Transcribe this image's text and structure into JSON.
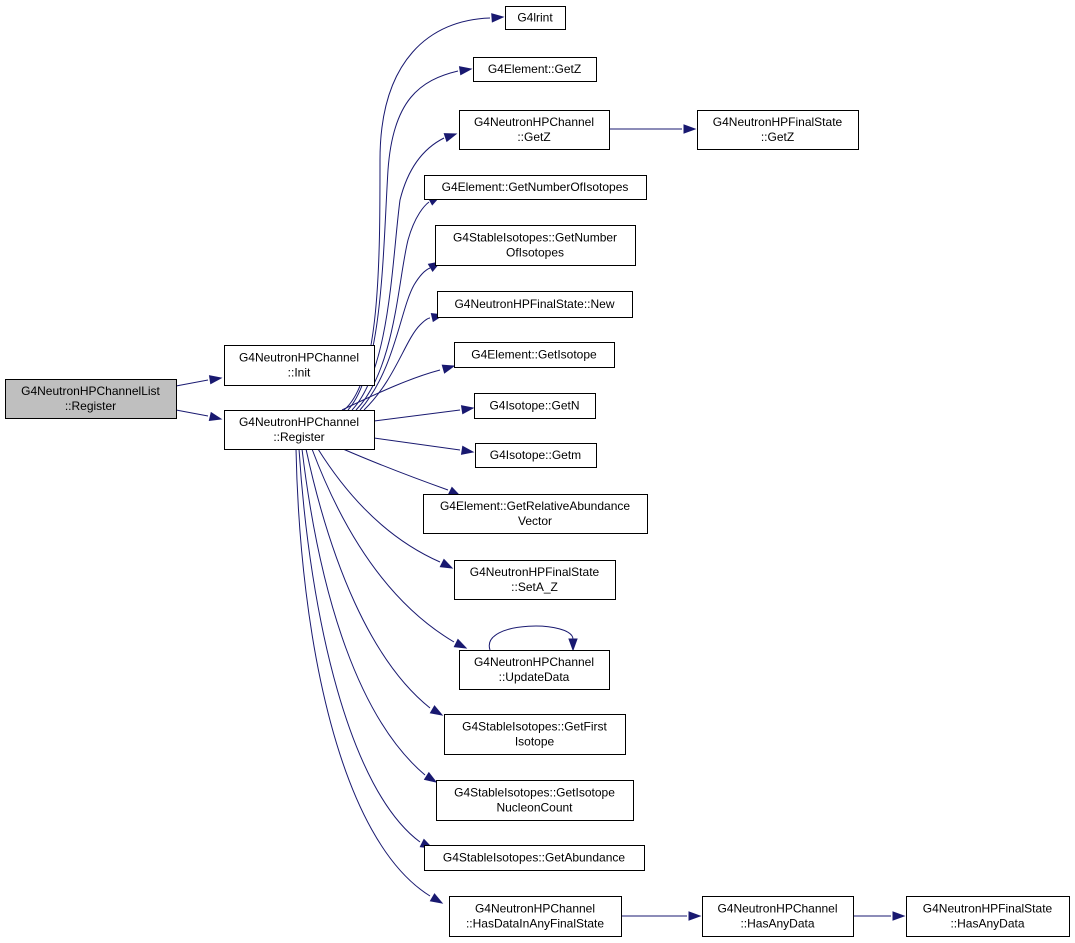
{
  "graph": {
    "nodes": [
      {
        "id": "n0",
        "lines": [
          "G4NeutronHPChannelList",
          "::Register"
        ],
        "root": true
      },
      {
        "id": "n1",
        "lines": [
          "G4NeutronHPChannel",
          "::Init"
        ]
      },
      {
        "id": "n2",
        "lines": [
          "G4NeutronHPChannel",
          "::Register"
        ]
      },
      {
        "id": "n3",
        "lines": [
          "G4lrint"
        ]
      },
      {
        "id": "n4",
        "lines": [
          "G4Element::GetZ"
        ]
      },
      {
        "id": "n5",
        "lines": [
          "G4NeutronHPChannel",
          "::GetZ"
        ]
      },
      {
        "id": "n6",
        "lines": [
          "G4NeutronHPFinalState",
          "::GetZ"
        ]
      },
      {
        "id": "n7",
        "lines": [
          "G4Element::GetNumberOfIsotopes"
        ]
      },
      {
        "id": "n8",
        "lines": [
          "G4StableIsotopes::GetNumber",
          "OfIsotopes"
        ]
      },
      {
        "id": "n9",
        "lines": [
          "G4NeutronHPFinalState::New"
        ]
      },
      {
        "id": "n10",
        "lines": [
          "G4Element::GetIsotope"
        ]
      },
      {
        "id": "n11",
        "lines": [
          "G4Isotope::GetN"
        ]
      },
      {
        "id": "n12",
        "lines": [
          "G4Isotope::Getm"
        ]
      },
      {
        "id": "n13",
        "lines": [
          "G4Element::GetRelativeAbundance",
          "Vector"
        ]
      },
      {
        "id": "n14",
        "lines": [
          "G4NeutronHPFinalState",
          "::SetA_Z"
        ]
      },
      {
        "id": "n15",
        "lines": [
          "G4NeutronHPChannel",
          "::UpdateData"
        ]
      },
      {
        "id": "n16",
        "lines": [
          "G4StableIsotopes::GetFirst",
          "Isotope"
        ]
      },
      {
        "id": "n17",
        "lines": [
          "G4StableIsotopes::GetIsotope",
          "NucleonCount"
        ]
      },
      {
        "id": "n18",
        "lines": [
          "G4StableIsotopes::GetAbundance"
        ]
      },
      {
        "id": "n19",
        "lines": [
          "G4NeutronHPChannel",
          "::HasDataInAnyFinalState"
        ]
      },
      {
        "id": "n20",
        "lines": [
          "G4NeutronHPChannel",
          "::HasAnyData"
        ]
      },
      {
        "id": "n21",
        "lines": [
          "G4NeutronHPFinalState",
          "::HasAnyData"
        ]
      }
    ],
    "edges": [
      [
        "n0",
        "n1"
      ],
      [
        "n0",
        "n2"
      ],
      [
        "n2",
        "n3"
      ],
      [
        "n2",
        "n4"
      ],
      [
        "n2",
        "n5"
      ],
      [
        "n2",
        "n7"
      ],
      [
        "n2",
        "n8"
      ],
      [
        "n2",
        "n9"
      ],
      [
        "n2",
        "n10"
      ],
      [
        "n2",
        "n11"
      ],
      [
        "n2",
        "n12"
      ],
      [
        "n2",
        "n13"
      ],
      [
        "n2",
        "n14"
      ],
      [
        "n2",
        "n15"
      ],
      [
        "n2",
        "n16"
      ],
      [
        "n2",
        "n17"
      ],
      [
        "n2",
        "n18"
      ],
      [
        "n2",
        "n19"
      ],
      [
        "n5",
        "n6"
      ],
      [
        "n15",
        "n15"
      ],
      [
        "n19",
        "n20"
      ],
      [
        "n20",
        "n21"
      ]
    ],
    "colors": {
      "edge": "#191970",
      "root_fill": "#bfbfbf",
      "node_fill": "#ffffff",
      "border": "#000000"
    }
  }
}
